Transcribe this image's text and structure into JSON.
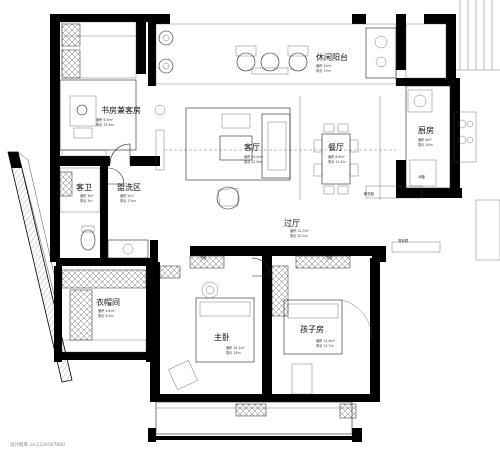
{
  "rooms": {
    "study": {
      "name": "书房兼客房",
      "area": "面积 9.3m²",
      "perimeter": "周长 13.5m"
    },
    "leisure_balcony": {
      "name": "休闲阳台",
      "area": "面积 10m²",
      "perimeter": "周长 17m"
    },
    "living": {
      "name": "客厅",
      "area": "面积 25.1m²",
      "perimeter": "周长 22.5m"
    },
    "dining": {
      "name": "餐厅",
      "area": "面积 8.6m²",
      "perimeter": "周长 12.2m"
    },
    "kitchen": {
      "name": "厨房",
      "area": "面积 6m²",
      "perimeter": "周长 10m"
    },
    "guest_bath": {
      "name": "客卫",
      "area": "面积 3m²",
      "perimeter": "周长 7m"
    },
    "wash_area": {
      "name": "盥洗区",
      "area": "面积 2m²",
      "perimeter": "周长 7.5m"
    },
    "hallway": {
      "name": "过厅",
      "area": "面积 12.7m²",
      "perimeter": "周长 20.2m"
    },
    "closet": {
      "name": "衣帽间",
      "area": "面积 4.6m²",
      "perimeter": "周长 9.2m"
    },
    "master": {
      "name": "主卧",
      "area": "面积 15.1m²",
      "perimeter": "周长 15m"
    },
    "kids": {
      "name": "孩子房",
      "area": "面积 11.4m²",
      "perimeter": "周长 13.7m"
    }
  },
  "annotations": {
    "shoe_cabinet": "鞋衣柜",
    "wardrobe_left": "衣柜",
    "wardrobe_right": "衣柜",
    "dressing": "穿衣镜",
    "fridge": "冰箱"
  },
  "watermark": "设计图库 no.1234567890"
}
